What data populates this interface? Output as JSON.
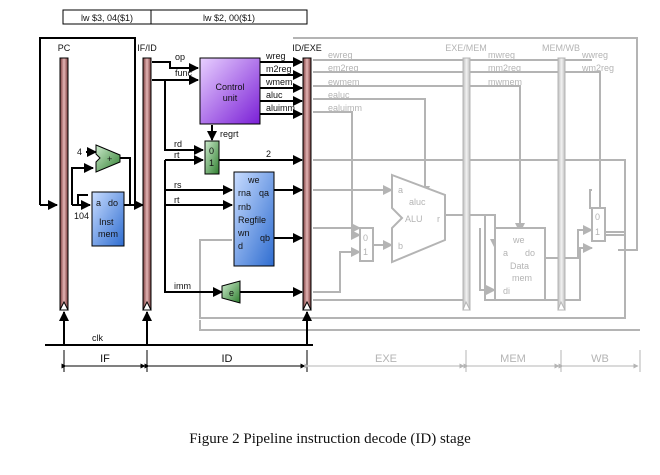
{
  "instructions": [
    "lw $3, 04($1)",
    "lw $2, 00($1)"
  ],
  "registers": {
    "pc": "PC",
    "if_id": "IF/ID",
    "id_exe": "ID/EXE",
    "exe_mem": "EXE/MEM",
    "mem_wb": "MEM/WB"
  },
  "if_stage": {
    "pc_increment": "4",
    "adder_sign": "+",
    "pc_value": "104",
    "inst_mem_port_a": "a",
    "inst_mem_port_do": "do",
    "inst_mem": [
      "Inst",
      "mem"
    ]
  },
  "id_stage": {
    "fields": [
      "op",
      "func",
      "rd",
      "rt",
      "rs",
      "rt",
      "imm"
    ],
    "control_unit": [
      "Control",
      "unit"
    ],
    "control_outputs": [
      "wreg",
      "m2reg",
      "wmem",
      "aluc",
      "aluimm"
    ],
    "regrt": "regrt",
    "mux_inputs": [
      "0",
      "1"
    ],
    "dest_value": "2",
    "regfile_labels": [
      "we",
      "rna",
      "qa",
      "rnb",
      "Regfile",
      "wn",
      "qb",
      "d"
    ],
    "extender": "e"
  },
  "exe_stage": {
    "signals": [
      "ewreg",
      "em2reg",
      "ewmem",
      "ealuc",
      "ealuimm"
    ],
    "alu": [
      "a",
      "aluc",
      "ALU",
      "r",
      "b"
    ]
  },
  "mem_stage": {
    "signals": [
      "mwreg",
      "mm2reg",
      "mwmem"
    ],
    "data_mem": [
      "we",
      "a",
      "do",
      "Data",
      "mem",
      "di"
    ]
  },
  "wb_stage": {
    "signals": [
      "wwreg",
      "wm2reg"
    ]
  },
  "clock": "clk",
  "stage_labels": [
    "IF",
    "ID",
    "EXE",
    "MEM",
    "WB"
  ],
  "caption": "Figure 2 Pipeline instruction decode (ID) stage",
  "colors": {
    "pipeline_register": "#b07070",
    "control_unit": "#8a2be2",
    "regfile": "#3a78d8",
    "inst_mem": "#3a78d8",
    "mux": "#3b8a3b",
    "inactive": "#b4b4b4"
  }
}
